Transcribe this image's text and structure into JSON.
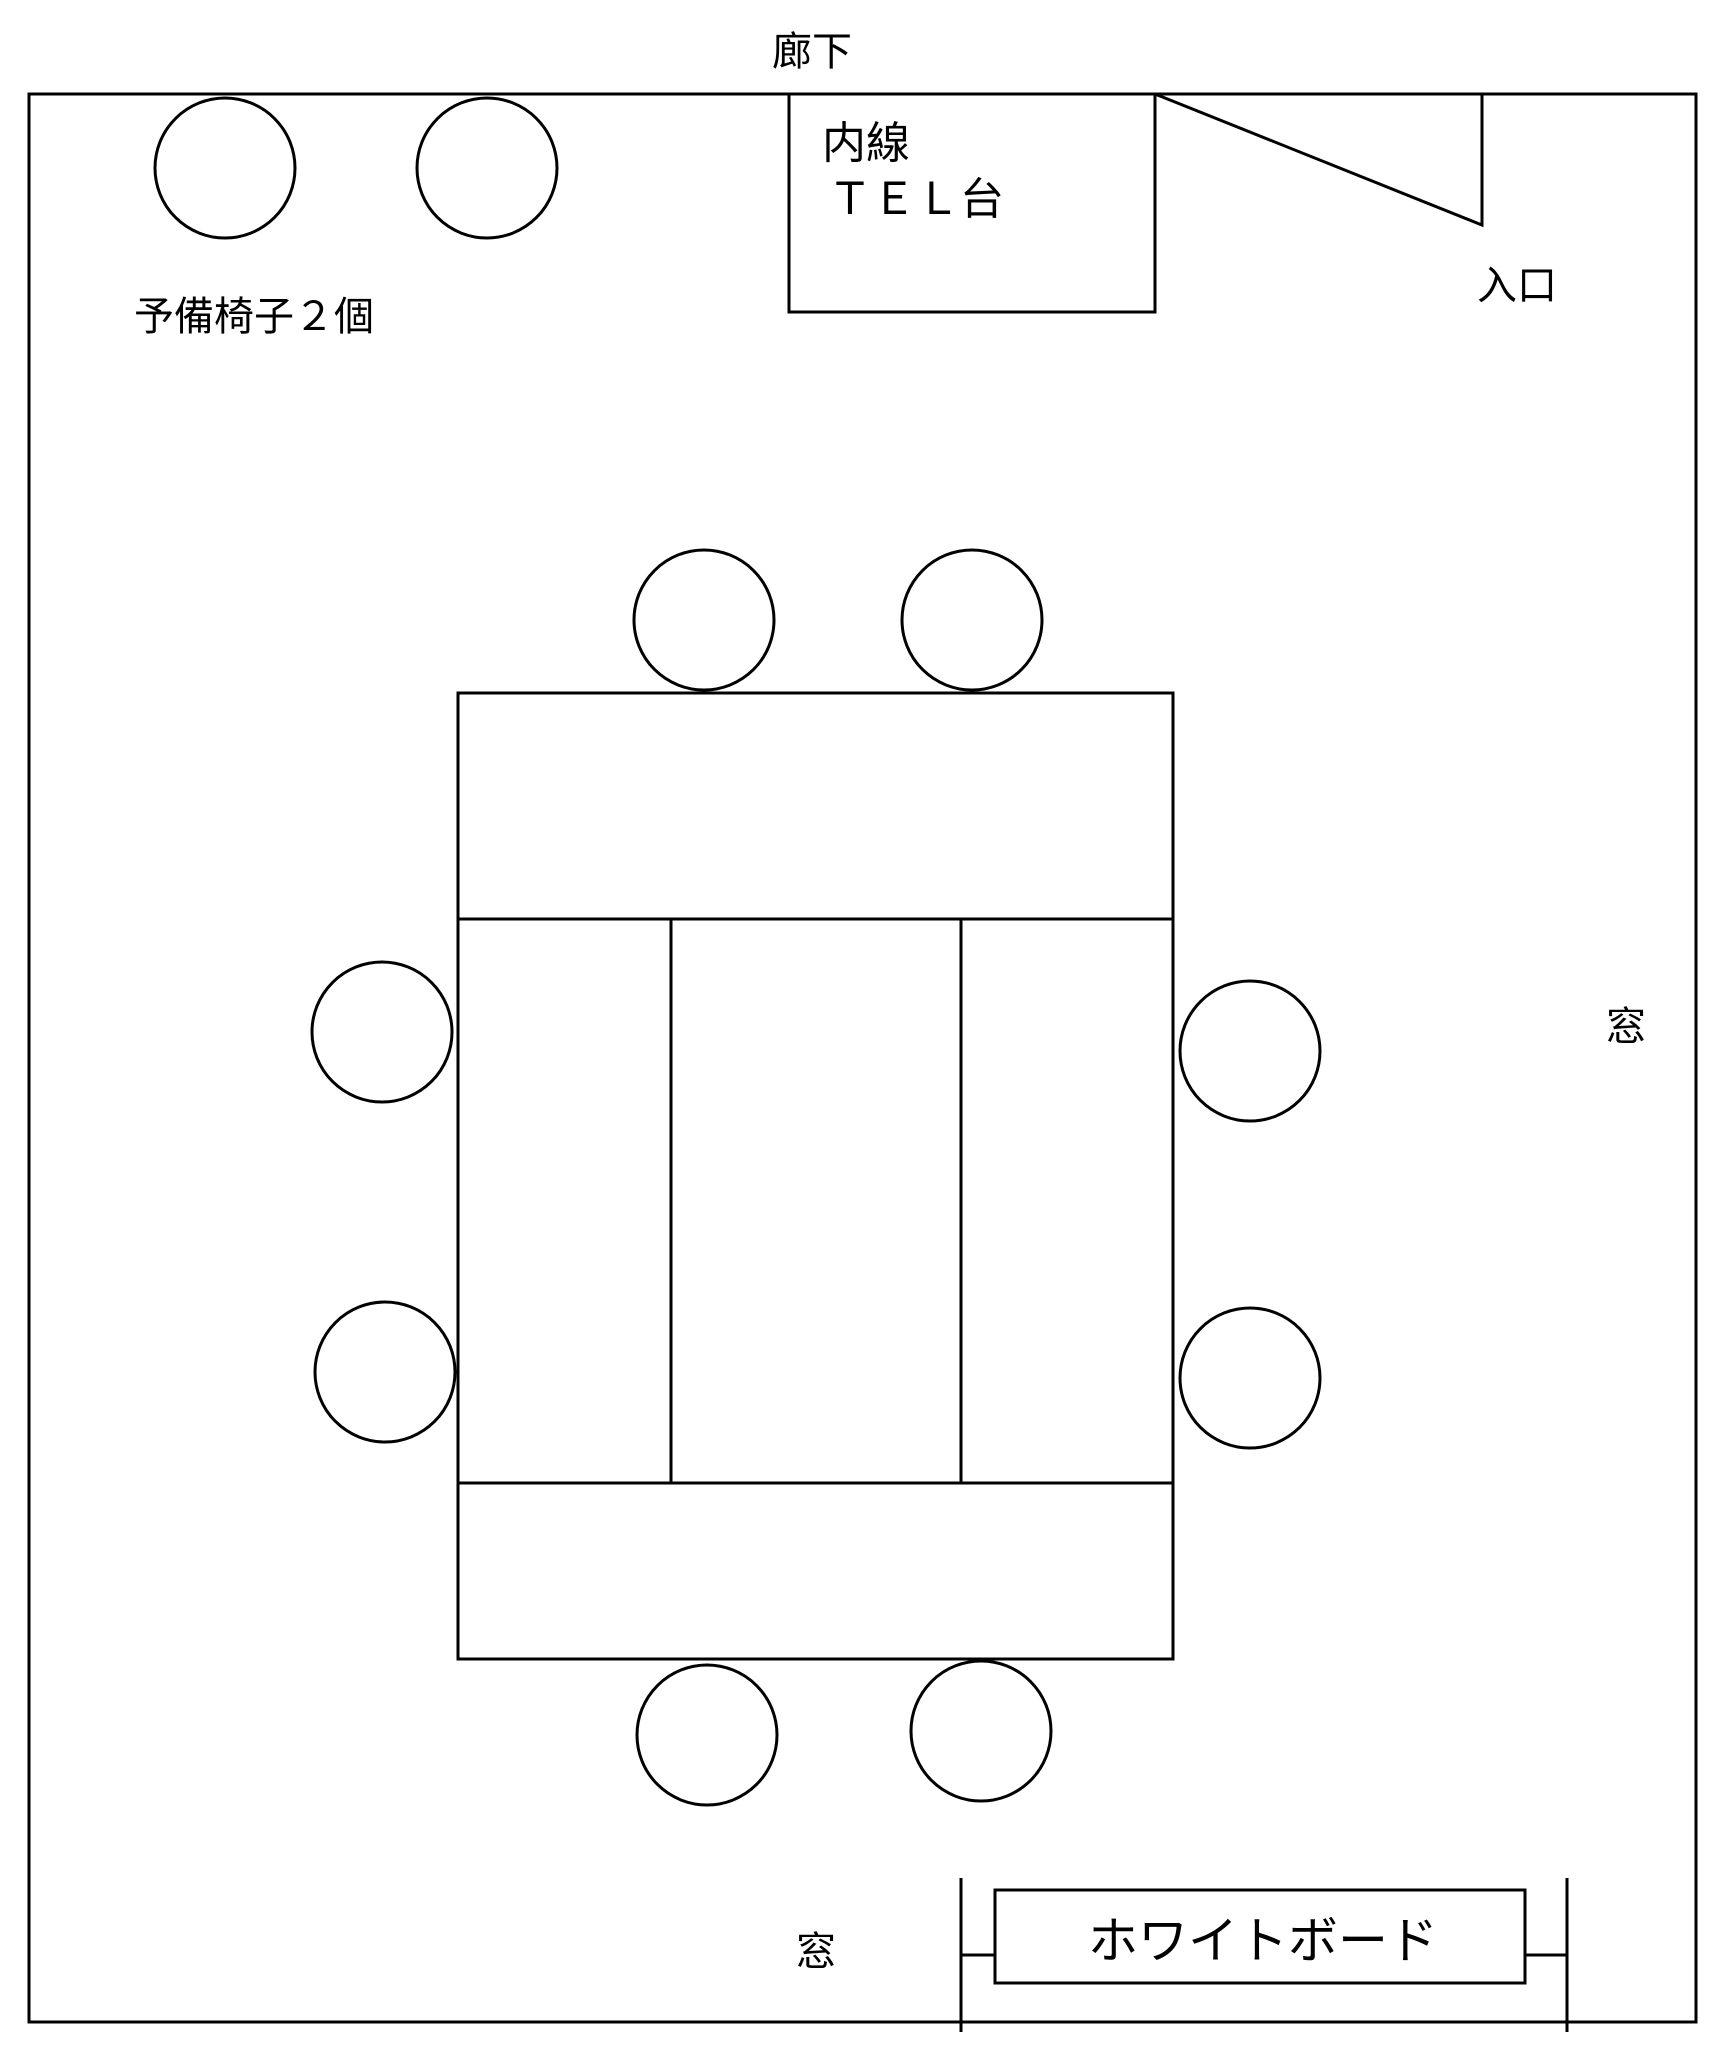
{
  "labels": {
    "corridor": "廊下",
    "phone_stand": [
      "内線",
      "ＴＥＬ台"
    ],
    "entrance": "入口",
    "spare_chairs": "予備椅子２個",
    "window_right": "窓",
    "window_bottom": "窓",
    "whiteboard": "ホワイトボード"
  },
  "stroke_color": "#000000",
  "background_color": "#ffffff"
}
